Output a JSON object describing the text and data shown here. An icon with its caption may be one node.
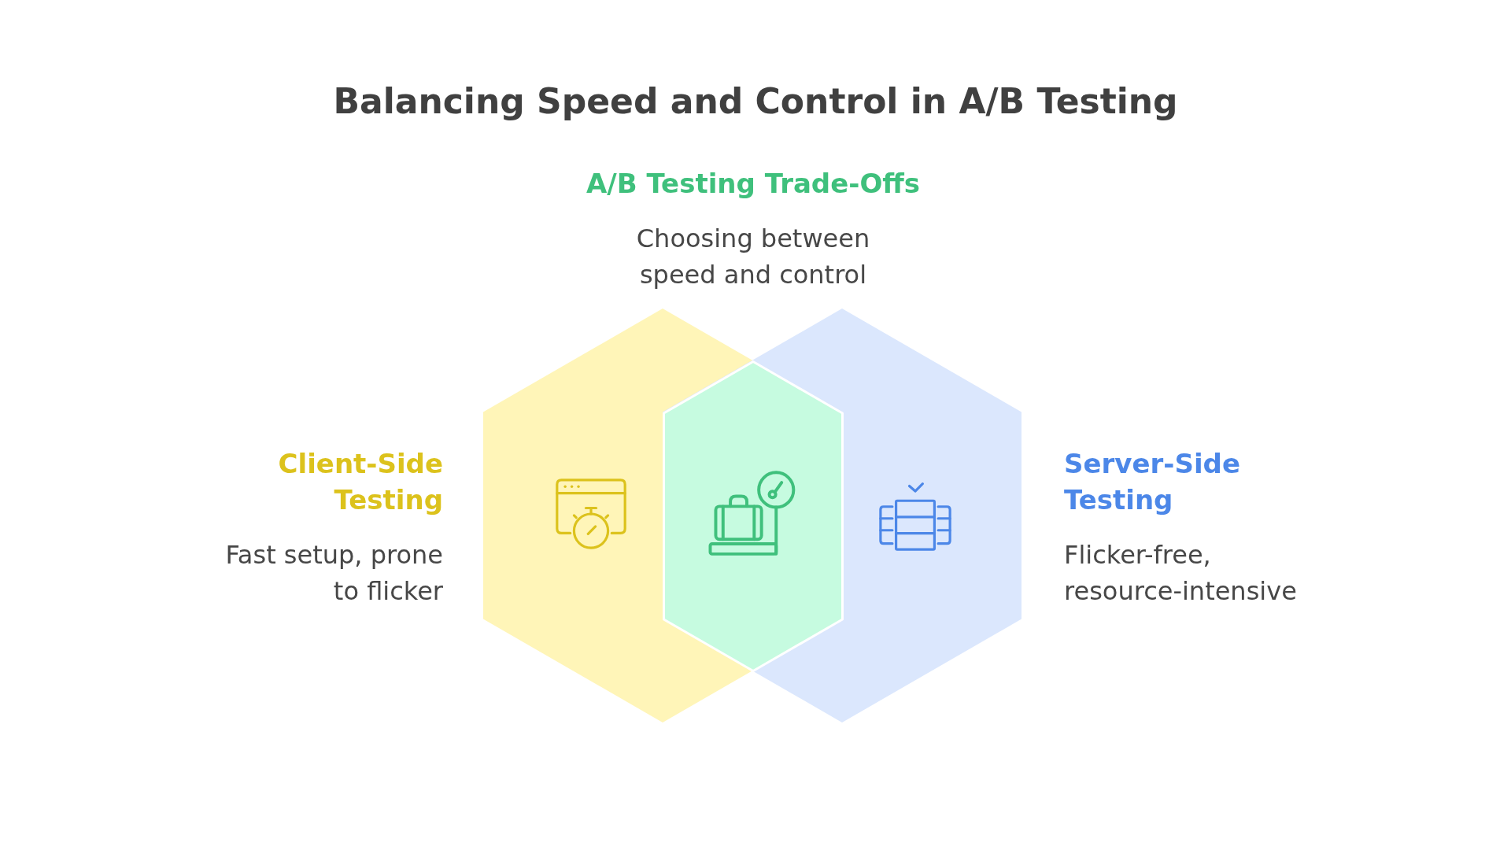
{
  "diagram": {
    "title": "Balancing Speed and Control in A/B Testing",
    "nodes": [
      {
        "text": [
          "A/B Testing Trade-Offs",
          "Choosing between speed and control"
        ]
      },
      {
        "text": [
          "Client-Side Testing",
          "Fast setup, prone to flicker"
        ]
      },
      {
        "text": [
          "Server-Side Testing",
          "Flicker-free, resource-intensive"
        ]
      }
    ]
  }
}
